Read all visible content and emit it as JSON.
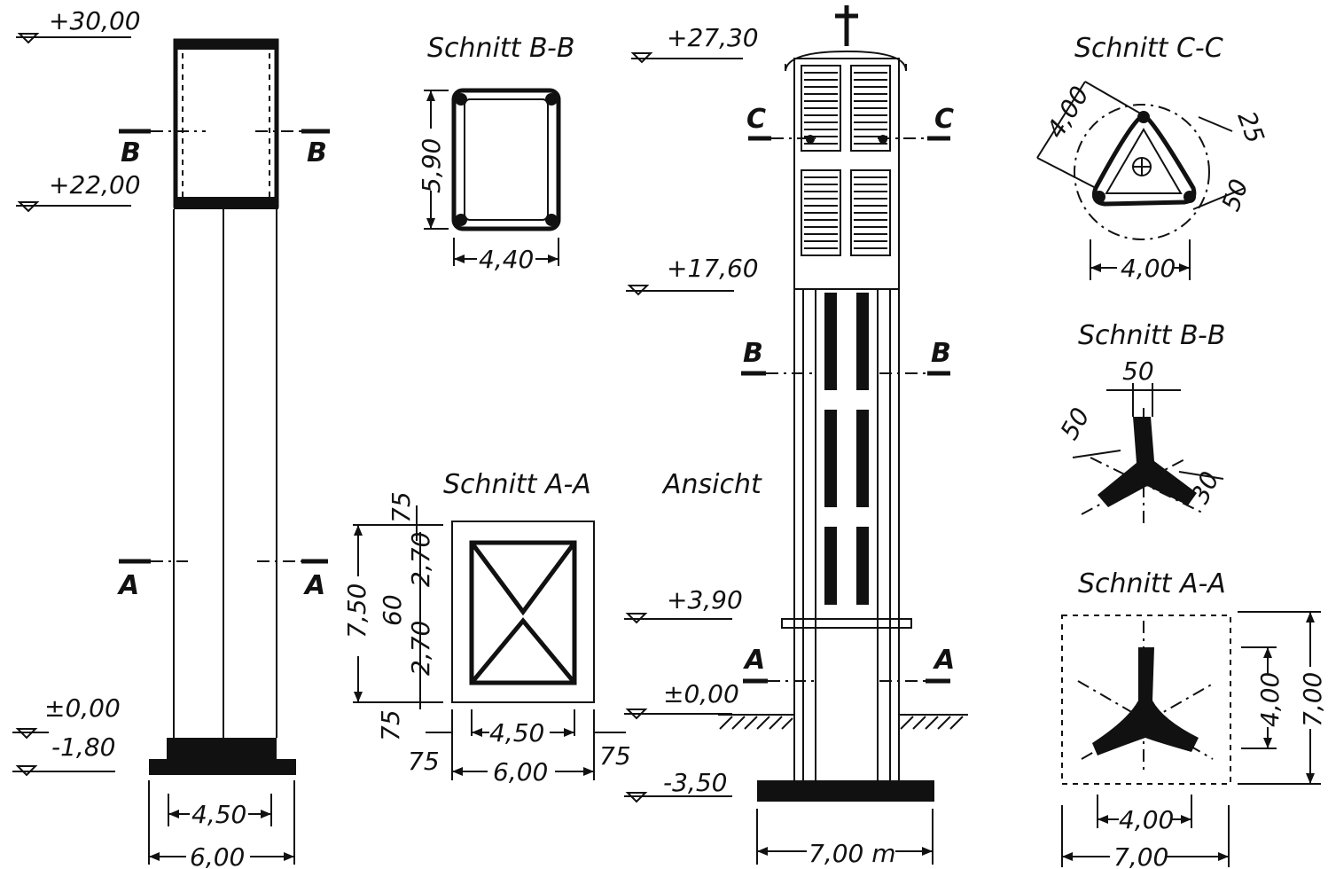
{
  "left_elevation": {
    "levels": [
      "+30,00",
      "+22,00",
      "±0,00",
      "-1,80"
    ],
    "section_marks": {
      "b": "B",
      "a": "A"
    },
    "dims": {
      "inner_width": "4,50",
      "outer_width": "6,00"
    }
  },
  "section_bb_rect": {
    "title": "Schnitt B-B",
    "height": "5,90",
    "width": "4,40"
  },
  "section_aa_rect": {
    "title": "Schnitt A-A",
    "dims": {
      "top_offset": "75",
      "total_height": "7,50",
      "upper_half": "2,70",
      "middle": "60",
      "lower_half": "2,70",
      "bottom_offset": "75",
      "inner_width": "4,50",
      "left_offset": "75",
      "right_offset": "75",
      "outer_width": "6,00"
    }
  },
  "view": {
    "title": "Ansicht",
    "levels": [
      "+27,30",
      "+17,60",
      "+3,90",
      "±0,00",
      "-3,50"
    ],
    "section_marks": {
      "c": "C",
      "b": "B",
      "a": "A"
    },
    "width": "7,00 m"
  },
  "section_cc_tri": {
    "title": "Schnitt C-C",
    "side": "4,00",
    "wall": "25",
    "corner": "50",
    "width": "4,00"
  },
  "section_bb_tri": {
    "title": "Schnitt B-B",
    "top": "50",
    "left": "50",
    "right": "30"
  },
  "section_aa_tri": {
    "title": "Schnitt A-A",
    "inner_height": "4,00",
    "outer_height": "7,00",
    "inner_width": "4,00",
    "outer_width": "7,00"
  }
}
